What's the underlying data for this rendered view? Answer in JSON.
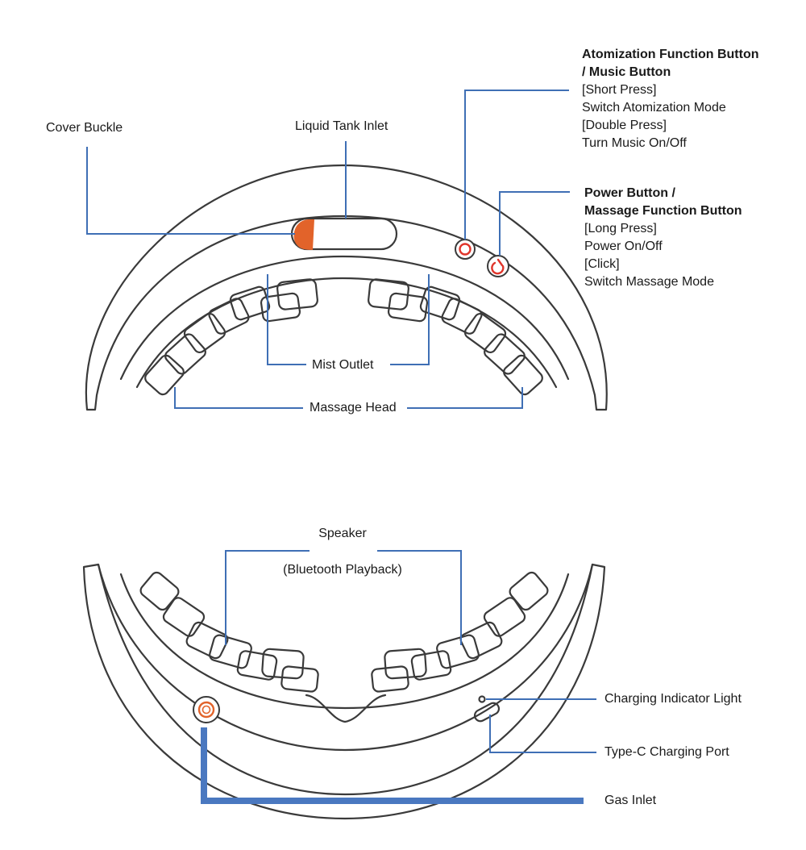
{
  "colors": {
    "outline": "#3a3a3a",
    "leader": "#3f6fb5",
    "gas_leader": "#4a78c0",
    "accent": "#e2632a",
    "button_ring": "#e0352b"
  },
  "icons": {
    "atomization_button": "ring-button-icon",
    "power_button": "power-icon",
    "gas_inlet": "ring-port-icon"
  },
  "labels": {
    "cover_buckle": "Cover Buckle",
    "liquid_tank_inlet": "Liquid Tank Inlet",
    "mist_outlet": "Mist Outlet",
    "massage_head": "Massage Head",
    "speaker": "Speaker",
    "bluetooth_playback": "(Bluetooth Playback)",
    "charging_indicator": "Charging Indicator Light",
    "type_c_port": "Type-C Charging Port",
    "gas_inlet": "Gas Inlet"
  },
  "atomization_button": {
    "title_line1": "Atomization Function Button",
    "title_line2": "/ Music Button",
    "lines": [
      "[Short Press]",
      "Switch Atomization Mode",
      "[Double Press]",
      "Turn Music On/Off"
    ]
  },
  "power_button": {
    "title_line1": "Power Button /",
    "title_line2": "Massage Function Button",
    "lines": [
      "[Long Press]",
      "Power On/Off",
      "[Click]",
      "Switch Massage Mode"
    ]
  }
}
